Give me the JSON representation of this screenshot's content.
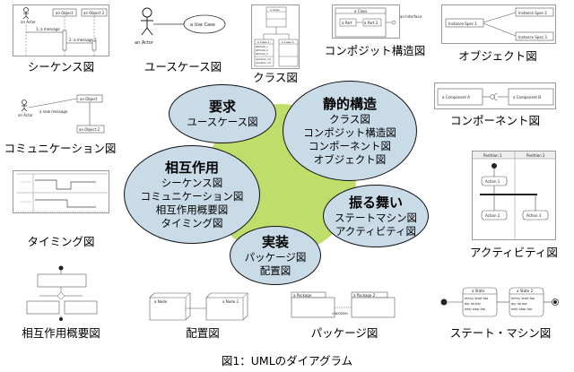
{
  "hub": {
    "color": "#bedd6b"
  },
  "groups": {
    "requirements": {
      "title": "要求",
      "items": [
        "ユースケース図"
      ]
    },
    "static": {
      "title": "静的構造",
      "items": [
        "クラス図",
        "コンポジット構造図",
        "コンポーネント図",
        "オブジェクト図"
      ]
    },
    "interaction": {
      "title": "相互作用",
      "items": [
        "シーケンス図",
        "コミュニケーション図",
        "相互作用概要図",
        "タイミング図"
      ]
    },
    "behavior": {
      "title": "振る舞い",
      "items": [
        "ステートマシン図",
        "アクティビティ図"
      ]
    },
    "implementation": {
      "title": "実装",
      "items": [
        "パッケージ図",
        "配置図"
      ]
    }
  },
  "diagrams": {
    "sequence": {
      "label": "シーケンス図",
      "texts": [
        "an Actor",
        "an Object",
        "an Object 2",
        "1: a message",
        "2: a message 2"
      ]
    },
    "usecase": {
      "label": "ユースケース図",
      "texts": [
        "an Actor",
        "a Use Case"
      ]
    },
    "class": {
      "label": "クラス図",
      "texts": [
        "a Class",
        "a Class 2",
        "a Class 3",
        "attribute_1",
        "attribute_2",
        "attribute_3",
        "operation_1()",
        "operation_2()"
      ]
    },
    "composite": {
      "label": "コンポジット構造図",
      "texts": [
        "a Class",
        "a Part",
        "a Part 2",
        "an Interface"
      ]
    },
    "object": {
      "label": "オブジェクト図",
      "texts": [
        "Instance Spec 1",
        "Instance Spec 2",
        "Instance Spec 3"
      ]
    },
    "communication": {
      "label": "コミュニケーション図",
      "texts": [
        "an Object",
        "an Actor",
        "a new message",
        "an Object 2"
      ]
    },
    "component": {
      "label": "コンポーネント図",
      "texts": [
        "a Component A",
        "a Component B"
      ]
    },
    "timing": {
      "label": "タイミング図"
    },
    "activity": {
      "label": "アクティビティ図",
      "texts": [
        "Partition 1",
        "Partition 2",
        "Action 1",
        "Action 2",
        "Action 3"
      ]
    },
    "overview": {
      "label": "相互作用概要図"
    },
    "deployment": {
      "label": "配置図",
      "texts": [
        "a Node",
        "a Node 2"
      ]
    },
    "package": {
      "label": "パッケージ図",
      "texts": [
        "a Package",
        "a Package 2",
        "«access»"
      ]
    },
    "statemachine": {
      "label": "ステート・マシン図",
      "texts": [
        "a State",
        "a State 2",
        "entry/ start foo",
        "do/ do bar",
        "exit/ stop foo"
      ]
    }
  },
  "caption": "図1：UMLのダイアグラム"
}
